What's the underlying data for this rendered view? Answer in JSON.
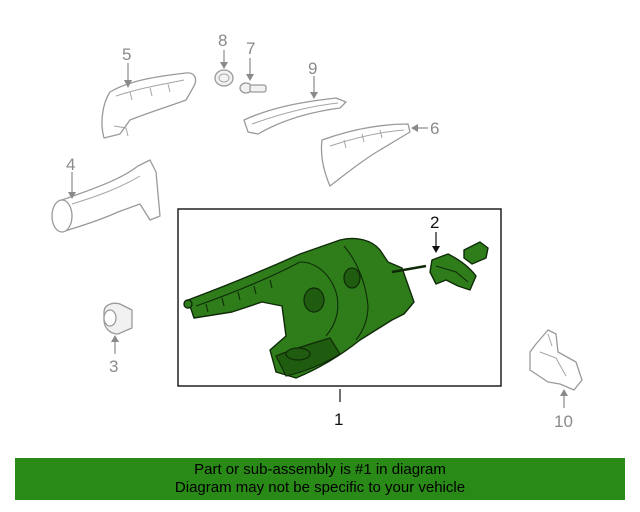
{
  "callouts": {
    "c1": "1",
    "c2": "2",
    "c3": "3",
    "c4": "4",
    "c5": "5",
    "c6": "6",
    "c7": "7",
    "c8": "8",
    "c9": "9",
    "c10": "10"
  },
  "notice": {
    "line1": "Part or sub-assembly is #1 in diagram",
    "line2": "Diagram may not be specific to your vehicle"
  },
  "colors": {
    "highlight_part": "#2f7d1a",
    "banner_background": "#2a8a17",
    "callout_text": "#8a8a8a"
  }
}
